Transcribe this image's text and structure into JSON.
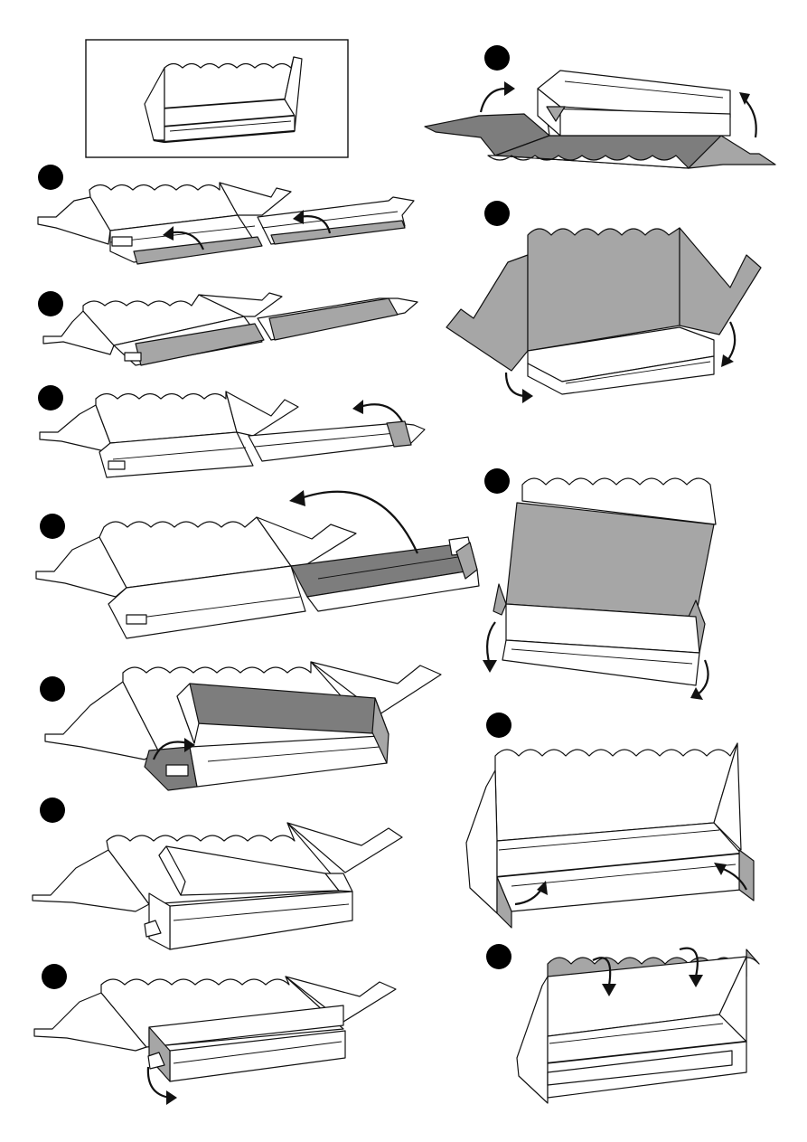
{
  "diagram": {
    "kind": "assembly-instructions",
    "step_count": 13,
    "colors": {
      "line": "#111111",
      "panel": "#ffffff",
      "shaded_panel": "#a6a6a6",
      "dark_panel": "#7d7d7d",
      "step_marker": "#000000"
    },
    "steps": [
      {
        "marker": "step-1-marker",
        "shaded": true
      },
      {
        "marker": "step-2-marker",
        "shaded": true
      },
      {
        "marker": "step-3-marker",
        "shaded": true
      },
      {
        "marker": "step-4-marker",
        "shaded": true
      },
      {
        "marker": "step-5-marker",
        "shaded": true
      },
      {
        "marker": "step-6-marker",
        "shaded": false
      },
      {
        "marker": "step-7-marker",
        "shaded": true
      },
      {
        "marker": "step-8-marker",
        "shaded": true
      },
      {
        "marker": "step-9-marker",
        "shaded": true
      },
      {
        "marker": "step-10-marker",
        "shaded": true
      },
      {
        "marker": "step-11-marker",
        "shaded": true
      },
      {
        "marker": "step-12-marker",
        "shaded": true
      },
      {
        "marker": "step-13-marker",
        "shaded": true
      }
    ]
  }
}
